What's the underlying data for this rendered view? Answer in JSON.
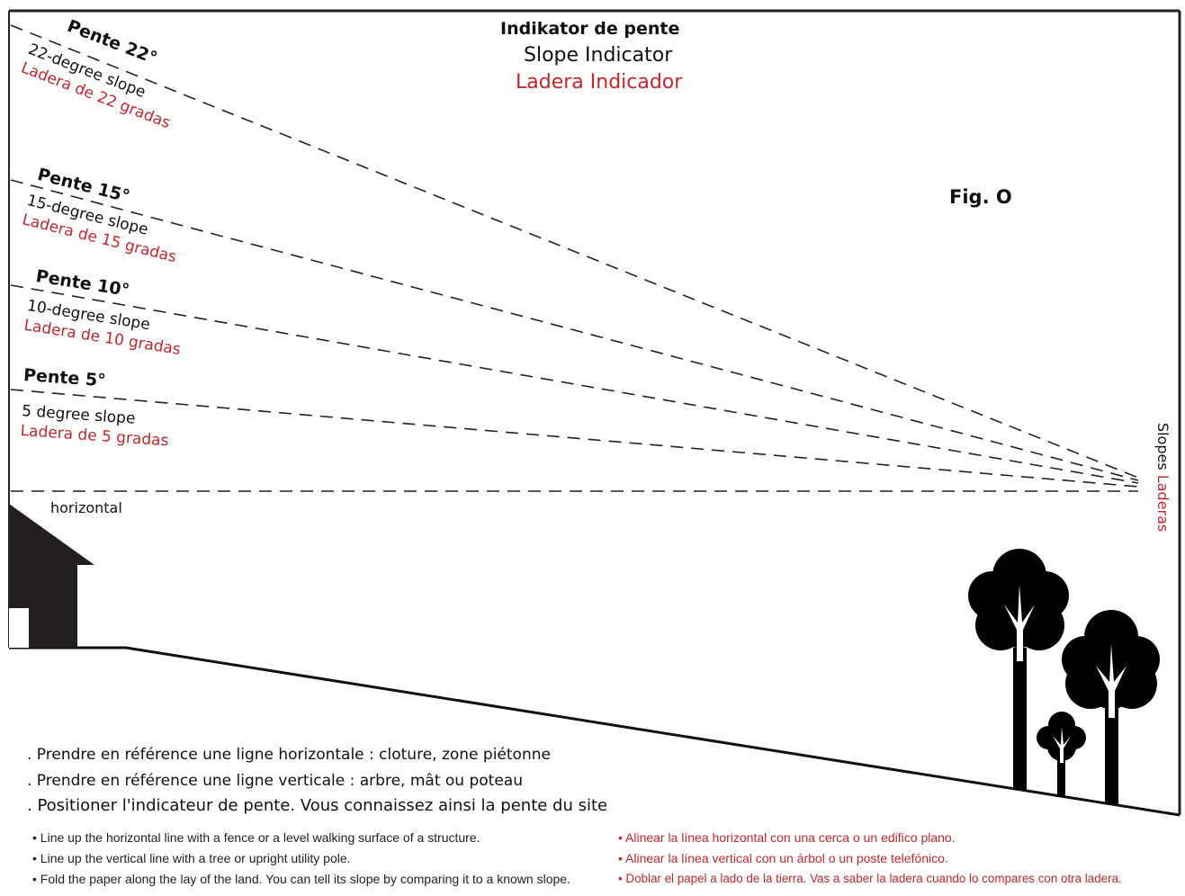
{
  "title": {
    "fr": "Indikator de pente",
    "en": "Slope Indicator",
    "es": "Ladera Indicador"
  },
  "figure_label": "Fig. O",
  "slopes": [
    {
      "fr": "Pente 22°",
      "en": "22-degree slope",
      "es": "Ladera de 22 gradas",
      "angle_deg": 22
    },
    {
      "fr": "Pente 15°",
      "en": "15-degree slope",
      "es": "Ladera de 15 gradas",
      "angle_deg": 15
    },
    {
      "fr": "Pente 10°",
      "en": "10-degree slope",
      "es": "Ladera de 10 gradas",
      "angle_deg": 10
    },
    {
      "fr": "Pente 5°",
      "en": "5 degree slope",
      "es": "Ladera de 5 gradas",
      "angle_deg": 5
    }
  ],
  "horizontal_label": "horizontal",
  "side_label": {
    "en": "Slopes",
    "es": "Laderas"
  },
  "instructions_fr": [
    ". Prendre en référence une ligne horizontale : cloture, zone piétonne",
    ". Prendre en référence une ligne verticale : arbre, mât ou poteau",
    ". Positioner l'indicateur de pente. Vous connaissez ainsi la pente du site"
  ],
  "instructions_en": [
    "• Line up the horizontal line with a fence or a level walking surface of a structure.",
    "• Line up the vertical line with a tree or upright utility pole.",
    "• Fold the paper along the lay of the land. You can tell its slope by comparing it to a known slope."
  ],
  "instructions_es": [
    "• Alinear la línea horizontal con una cerca o un edifico plano.",
    "• Alinear la línea vertical con un árbol o un poste telefónico.",
    "• Doblar el papel a lado de la tierra. Vas a saber la ladera cuando lo compares con otra ladera."
  ],
  "colors": {
    "accent_red": "#c0272d",
    "ink": "#111111"
  }
}
